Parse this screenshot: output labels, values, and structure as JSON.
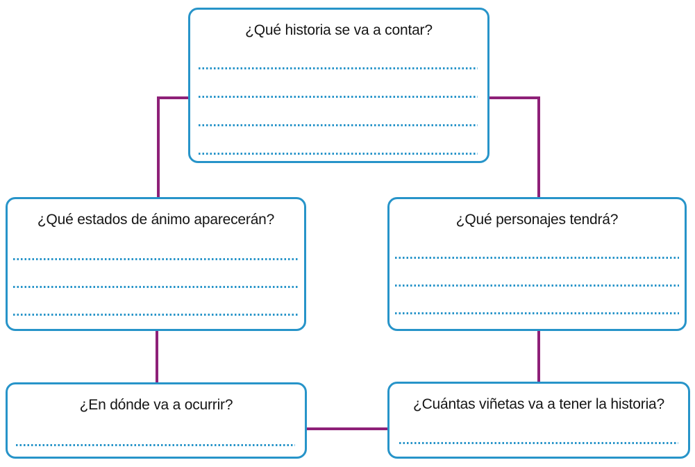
{
  "figure": {
    "type": "worksheet-diagram",
    "background": "#ffffff",
    "colors": {
      "box_border": "#2794c9",
      "answer_dots": "#2794c9",
      "connector": "#8e2078",
      "question_text": "#151515"
    },
    "boxes": [
      {
        "id": "story",
        "question": "¿Qué historia se va a contar?",
        "answer_lines": 4
      },
      {
        "id": "moods",
        "question": "¿Qué estados de ánimo aparecerán?",
        "answer_lines": 3
      },
      {
        "id": "characters",
        "question": "¿Qué personajes tendrá?",
        "answer_lines": 3
      },
      {
        "id": "setting",
        "question": "¿En dónde va a ocurrir?",
        "answer_lines": 1
      },
      {
        "id": "panels",
        "question": "¿Cuántas viñetas va a tener la historia?",
        "answer_lines": 1
      }
    ],
    "connections": [
      "story-moods",
      "story-characters",
      "moods-setting",
      "characters-panels",
      "setting-panels"
    ]
  }
}
